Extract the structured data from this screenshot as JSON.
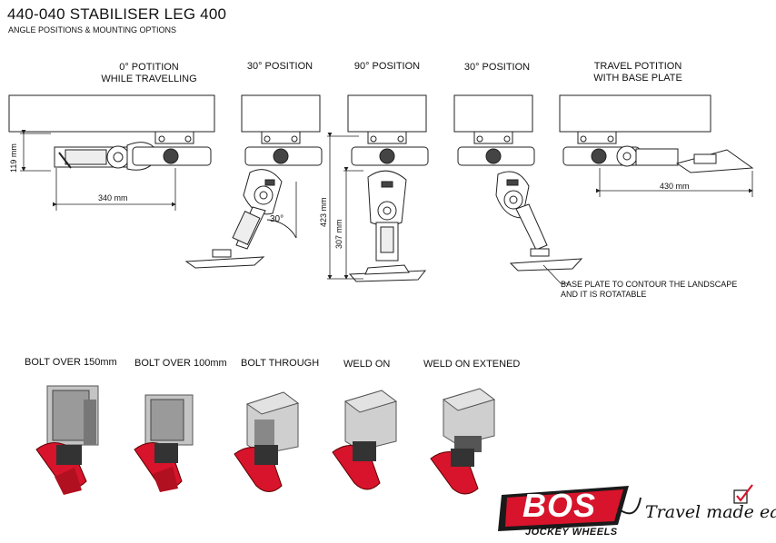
{
  "header": {
    "title": "440-040 STABILISER LEG 400",
    "subtitle": "ANGLE POSITIONS & MOUNTING OPTIONS"
  },
  "positions": [
    {
      "line1": "0° POTITION",
      "line2": "WHILE TRAVELLING"
    },
    {
      "line1": "30° POSITION",
      "line2": ""
    },
    {
      "line1": "90° POSITION",
      "line2": ""
    },
    {
      "line1": "30° POSITION",
      "line2": ""
    },
    {
      "line1": "TRAVEL POTITION",
      "line2": "WITH BASE PLATE"
    }
  ],
  "dimensions": {
    "d119": "119 mm",
    "d340": "340 mm",
    "angle30": "30°",
    "d423": "423 mm",
    "d307": "307 mm",
    "d430": "430 mm"
  },
  "note": {
    "line1": "BASE PLATE TO CONTOUR THE LANDSCAPE",
    "line2": "AND IT IS ROTATABLE"
  },
  "mounting": [
    {
      "label": "BOLT OVER 150mm"
    },
    {
      "label": "BOLT OVER 100mm"
    },
    {
      "label": "BOLT THROUGH"
    },
    {
      "label": "WELD ON"
    },
    {
      "label": "WELD ON EXTENED"
    }
  ],
  "branding": {
    "logo_text": "BOS",
    "logo_subtext": "JOCKEY WHEELS",
    "tagline": "Travel made easy"
  },
  "colors": {
    "brand_red": "#d7142b",
    "line": "#222222",
    "box_fill": "#c8c8c8"
  }
}
